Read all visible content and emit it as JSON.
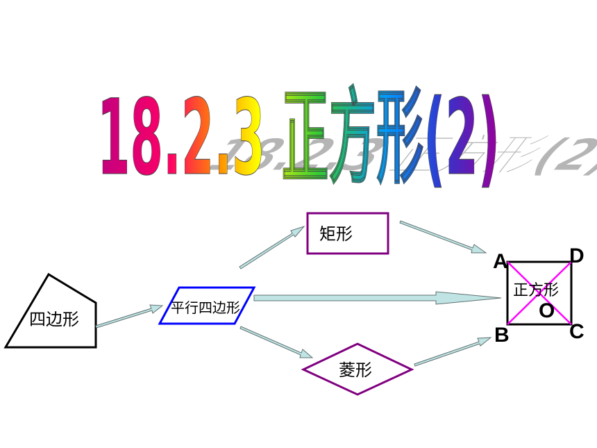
{
  "title": "18.2.3 正方形(2)",
  "nodes": {
    "quadrilateral": "四边形",
    "parallelogram": "平行四边形",
    "rectangle": "矩形",
    "rhombus": "菱形",
    "square": "正方形"
  },
  "vertices": {
    "a": "A",
    "b": "B",
    "c": "C",
    "d": "D",
    "o": "O"
  },
  "colors": {
    "rectangle_border": "#800080",
    "rhombus_border": "#800080",
    "parallelogram_border": "#0000ff",
    "diagonals": "#ff00ff",
    "arrows": "#c0e4e4"
  }
}
